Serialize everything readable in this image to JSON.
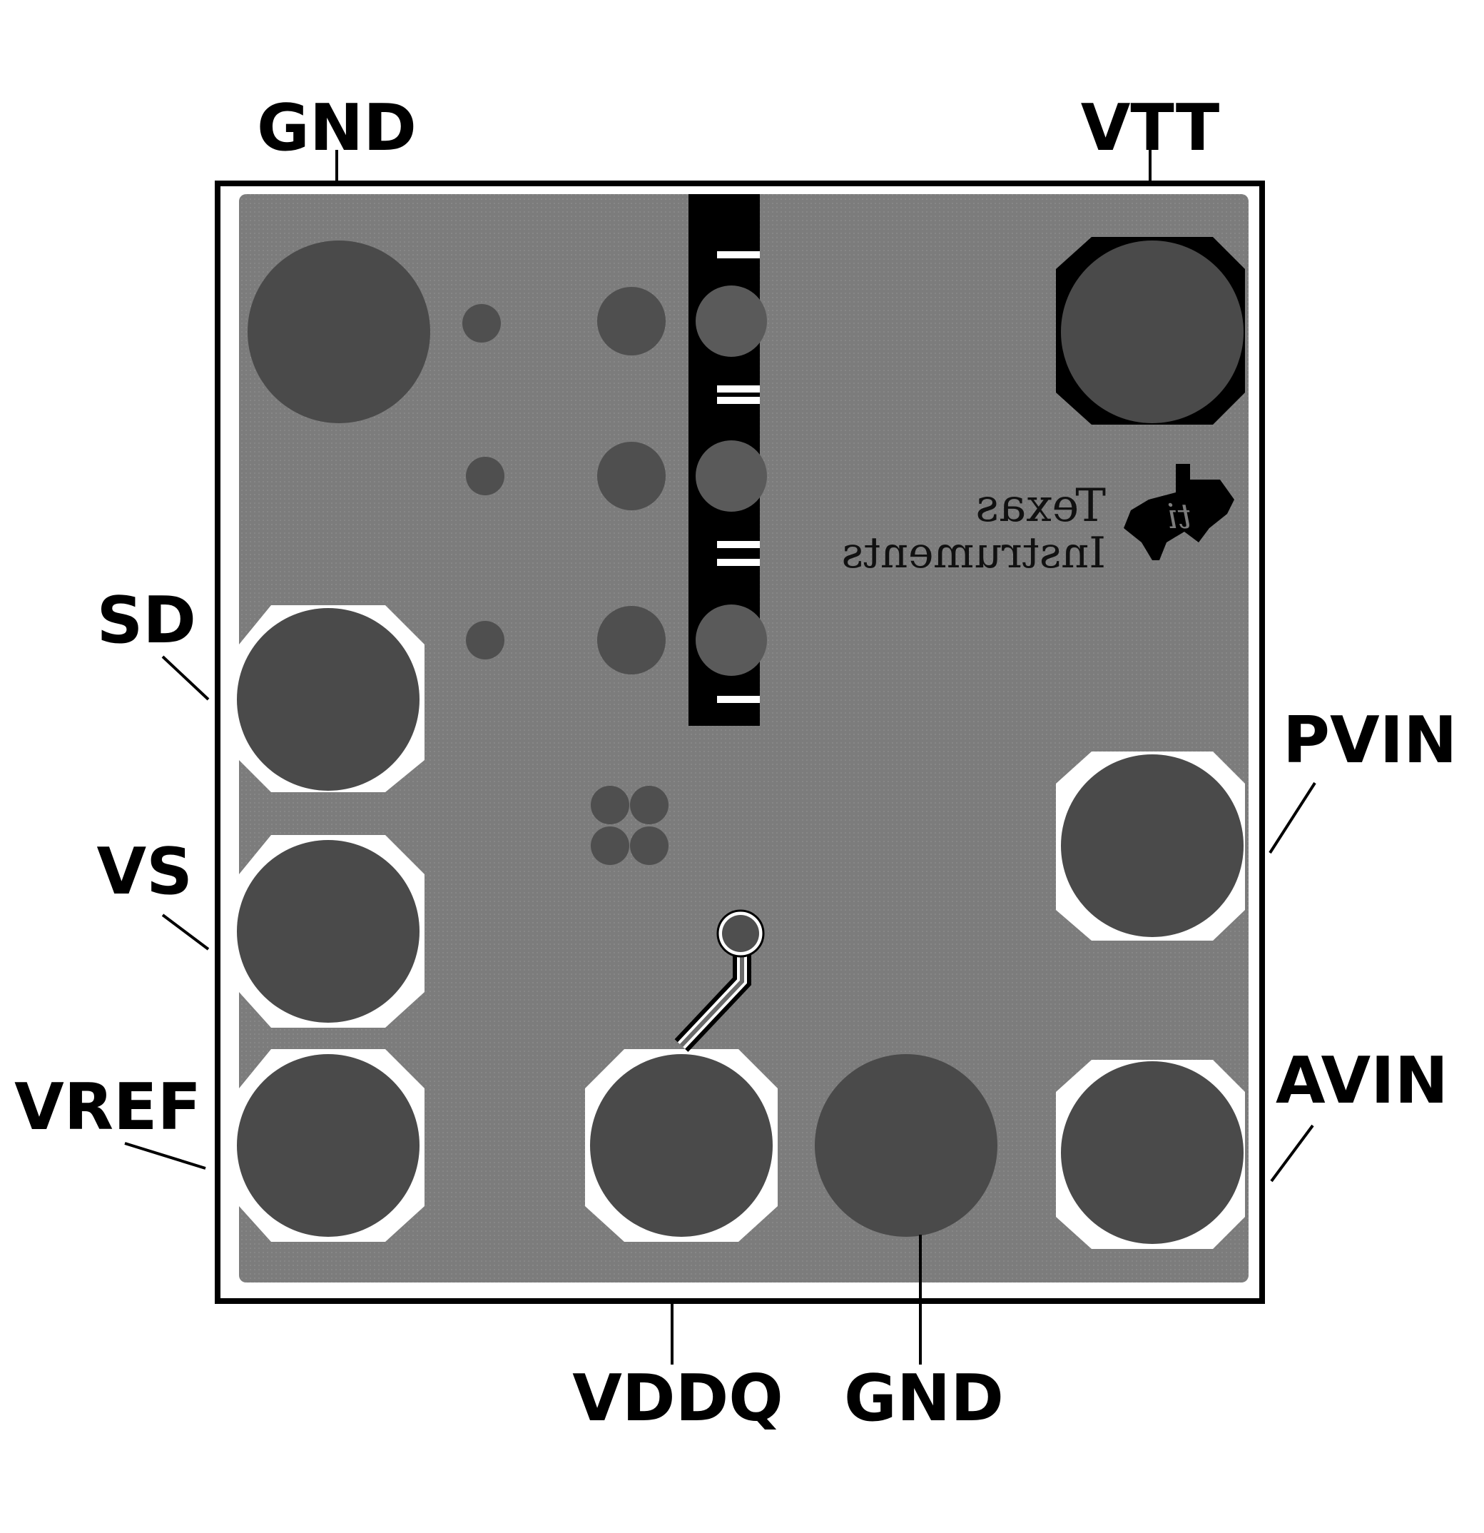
{
  "board": {
    "copper_color": "#7c7c7c",
    "pad_color": "#4a4a4a",
    "mask_clear_color": "#ffffff",
    "outline_color": "#000000"
  },
  "labels": {
    "gnd_top": "GND",
    "vtt": "VTT",
    "sd": "SD",
    "vs": "VS",
    "vref": "VREF",
    "pvin": "PVIN",
    "avin": "AVIN",
    "vddq": "VDDQ",
    "gnd_bottom": "GND"
  },
  "logo": {
    "line1": "Texas",
    "line2": "Instruments",
    "icon": "ti-texas-state-icon",
    "mirrored": true
  }
}
